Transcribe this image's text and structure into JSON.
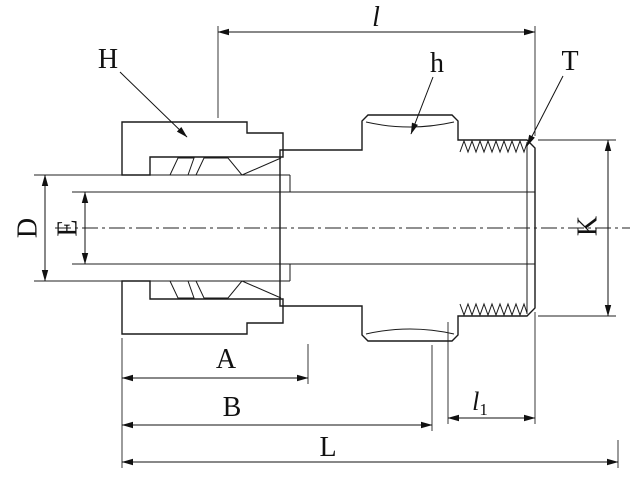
{
  "style": {
    "line_color": "#1a1a1a",
    "body_fill": "#e9e9e9",
    "nut_hatch_base": "#d8d8d8",
    "hatch_line": "#8f8f8f",
    "background": "#ffffff"
  },
  "labels": {
    "l": "l",
    "H": "H",
    "h": "h",
    "T": "T",
    "D": "D",
    "E": "E",
    "K": "K",
    "A": "A",
    "B": "B",
    "l1_base": "l",
    "l1_sub": "1",
    "L": "L"
  }
}
